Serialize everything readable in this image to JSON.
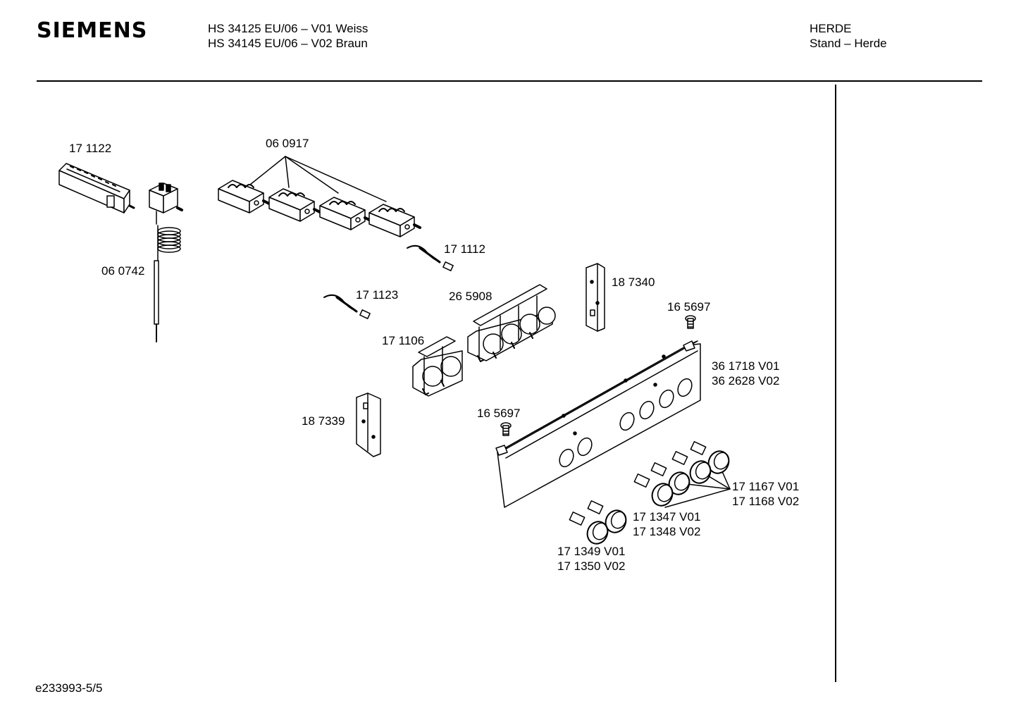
{
  "header": {
    "brand": "SIEMENS",
    "models": [
      "HS 34125 EU/06 – V01 Weiss",
      "HS 34145 EU/06 – V02 Braun"
    ],
    "category": [
      "HERDE",
      "Stand – Herde"
    ]
  },
  "labels": {
    "l1711122": "17 1122",
    "l060917": "06 0917",
    "l060742": "06 0742",
    "l1711112": "17 1112",
    "l1711123": "17 1123",
    "l265908": "26 5908",
    "l187340": "18 7340",
    "l165697a": "16 5697",
    "l1711106": "17 1106",
    "l361718": "36 1718 V01",
    "l362628": "36 2628 V02",
    "l187339": "18 7339",
    "l165697b": "16 5697",
    "l1711167": "17 1167 V01",
    "l1711168": "17 1168 V02",
    "l1711347": "17 1347 V01",
    "l1711348": "17 1348 V02",
    "l1711349": "17 1349 V01",
    "l1711350": "17 1350 V02"
  },
  "footer": {
    "code": "e233993-5/5"
  }
}
